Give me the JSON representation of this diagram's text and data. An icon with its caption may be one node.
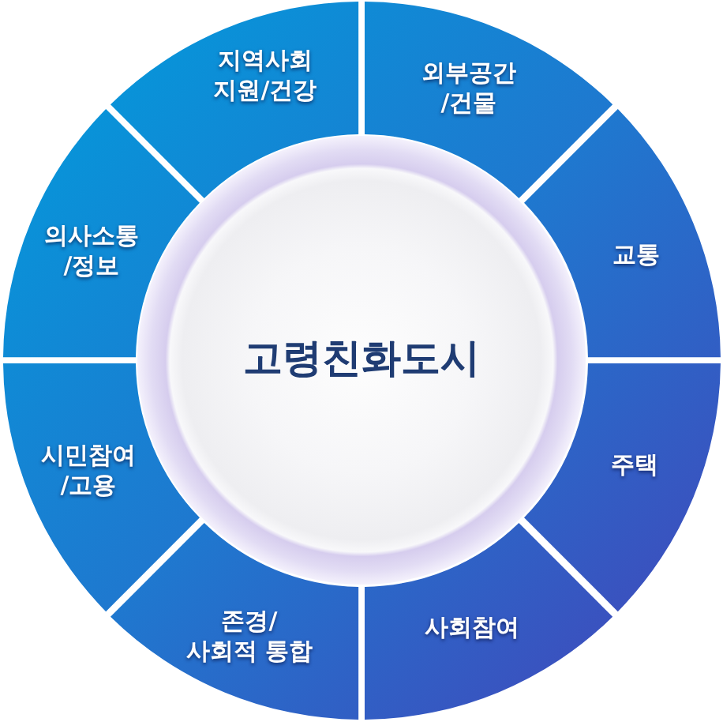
{
  "diagram": {
    "nodes": [
      {
        "text": [
          "고령친화도시"
        ]
      },
      {
        "text": [
          "지역사회 지원/건강"
        ]
      },
      {
        "text": [
          "외부공간 /건물"
        ]
      },
      {
        "text": [
          "교통"
        ]
      },
      {
        "text": [
          "주택"
        ]
      },
      {
        "text": [
          "사회참여"
        ]
      },
      {
        "text": [
          "존경/ 사회적 통합"
        ]
      },
      {
        "text": [
          "시민참여 /고용"
        ]
      },
      {
        "text": [
          "의사소통 /정보"
        ]
      }
    ]
  }
}
